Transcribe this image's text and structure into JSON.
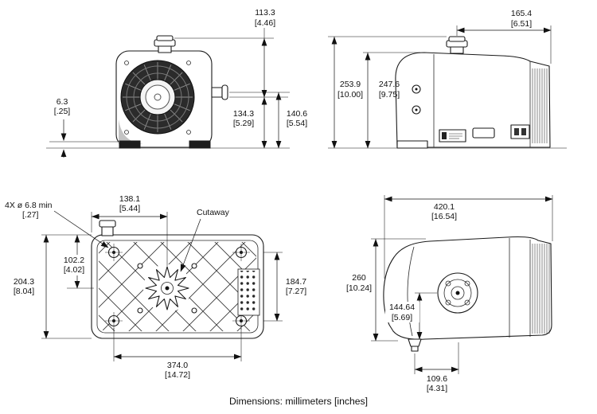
{
  "note": "Dimensions: millimeters [inches]",
  "plan_labels": {
    "cutaway": "Cutaway",
    "holes": "4X ø 6.8 min",
    "holes_in": "[.27]"
  },
  "front": {
    "inlet_top": {
      "mm": "113.3",
      "in": "[4.46]"
    },
    "pad": {
      "mm": "6.3",
      "in": "[.25]"
    },
    "centerline": {
      "mm": "134.3",
      "in": "[5.29]"
    },
    "knob": {
      "mm": "140.6",
      "in": "[5.54]"
    }
  },
  "side": {
    "inlet_to_rear": {
      "mm": "165.4",
      "in": "[6.51]"
    },
    "overall": {
      "mm": "253.9",
      "in": "[10.00]"
    },
    "body": {
      "mm": "247.6",
      "in": "[9.75]"
    }
  },
  "plan": {
    "center_x": {
      "mm": "138.1",
      "in": "[5.44]"
    },
    "center_y": {
      "mm": "102.2",
      "in": "[4.02]"
    },
    "width": {
      "mm": "204.3",
      "in": "[8.04]"
    },
    "holes_y": {
      "mm": "184.7",
      "in": "[7.27]"
    },
    "holes_x": {
      "mm": "374.0",
      "in": "[14.72]"
    }
  },
  "rear": {
    "length": {
      "mm": "420.1",
      "in": "[16.54]"
    },
    "height": {
      "mm": "260",
      "in": "[10.24]"
    },
    "shaft": {
      "mm": "144.64",
      "in": "[5.69]"
    },
    "drain": {
      "mm": "109.6",
      "in": "[4.31]"
    }
  }
}
